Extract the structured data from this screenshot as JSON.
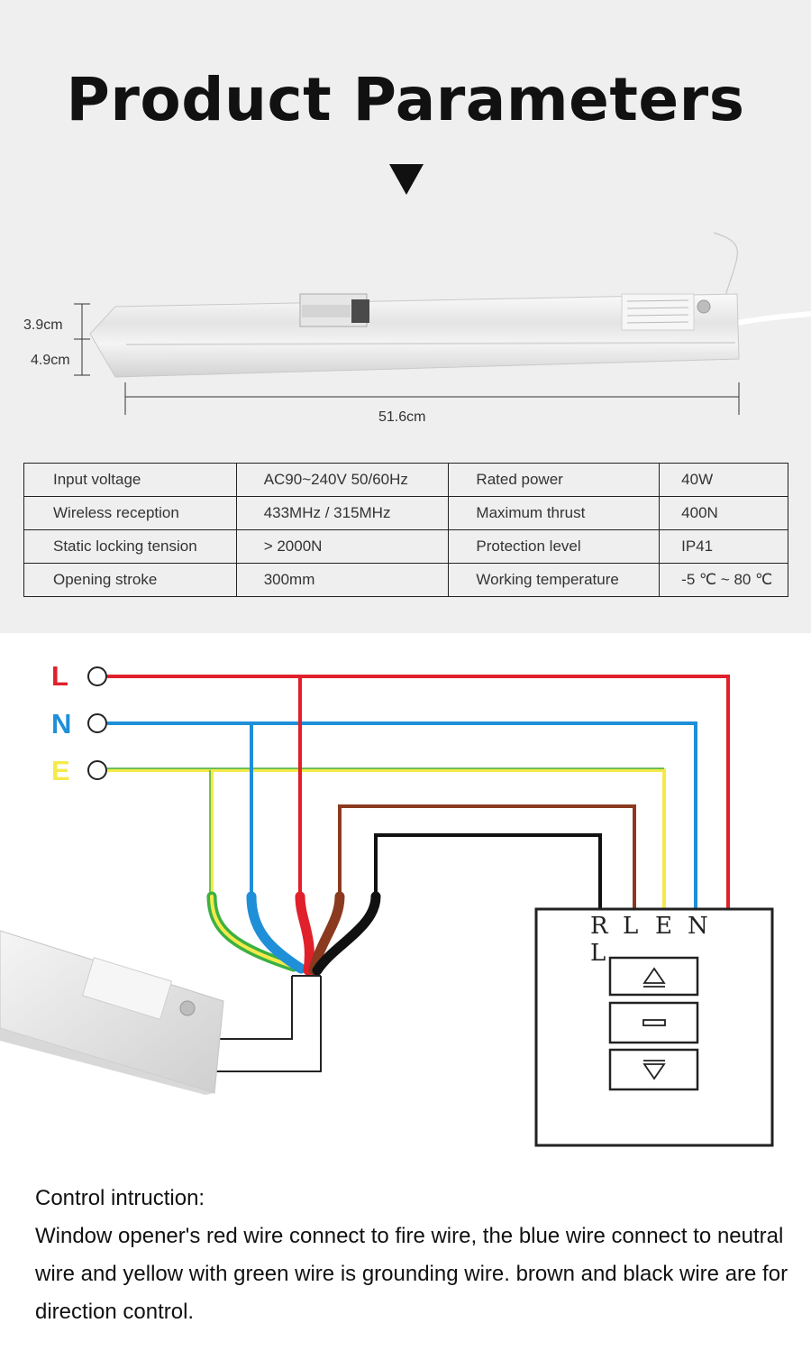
{
  "header": {
    "title": "Product Parameters"
  },
  "dimensions": {
    "height_top": "3.9cm",
    "height_bottom": "4.9cm",
    "length": "51.6cm"
  },
  "specs": {
    "rows": [
      [
        "Input voltage",
        "AC90~240V 50/60Hz",
        "Rated power",
        "40W"
      ],
      [
        "Wireless reception",
        "433MHz / 315MHz",
        "Maximum thrust",
        "400N"
      ],
      [
        "Static locking tension",
        "> 2000N",
        "Protection level",
        "IP41"
      ],
      [
        "Opening stroke",
        "300mm",
        "Working temperature",
        "-5 ℃ ~ 80 ℃"
      ]
    ]
  },
  "wiring": {
    "terminals": [
      "L",
      "N",
      "E"
    ],
    "switch_terminals": [
      "R",
      "L",
      "E",
      "N",
      "L"
    ],
    "colors": {
      "live": "#e0202a",
      "neutral": "#1f8fd8",
      "earth_yellow": "#f4ea4a",
      "earth_green": "#3cb043",
      "brown": "#8b3a1f",
      "black": "#111111"
    },
    "switch_buttons": [
      "up-triangle-icon",
      "stop-bar-icon",
      "down-triangle-icon"
    ]
  },
  "instructions": {
    "heading": "Control intruction:",
    "body": "Window opener's  red wire connect to fire wire, the blue wire connect to neutral wire and yellow with green wire is grounding wire. brown and black wire are for direction control."
  }
}
